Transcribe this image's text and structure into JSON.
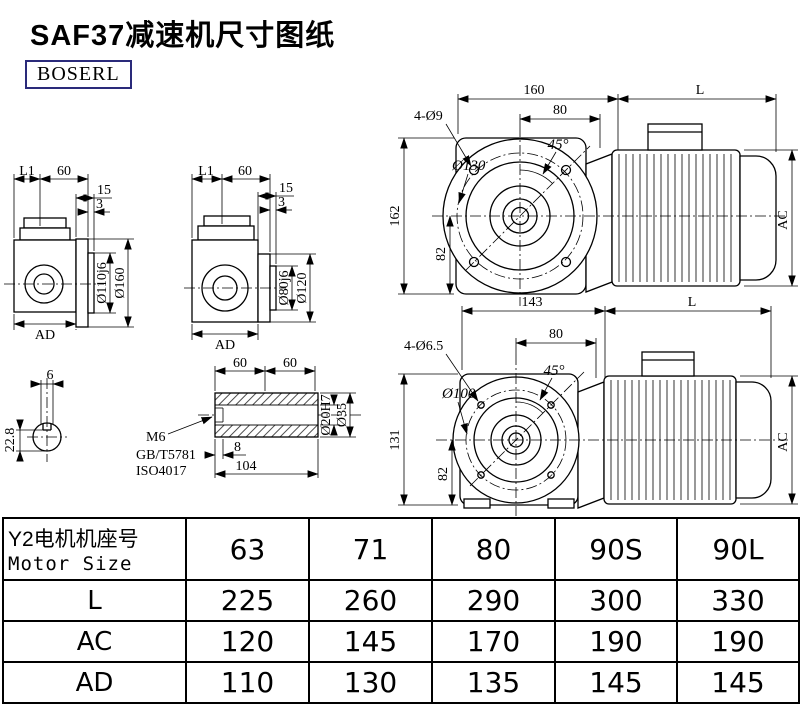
{
  "page": {
    "title": "SAF37减速机尺寸图纸",
    "brand": "BOSERL"
  },
  "drawings": {
    "gearbox_side_a": {
      "dim_l1": "L1",
      "dim_60": "60",
      "dim_15": "15",
      "dim_3": "3",
      "dim_spigot": "Ø110j6",
      "dim_flange": "Ø160",
      "dim_ad": "AD"
    },
    "gearbox_side_b": {
      "dim_l1": "L1",
      "dim_60": "60",
      "dim_15": "15",
      "dim_3": "3",
      "dim_spigot": "Ø80j6",
      "dim_flange": "Ø120",
      "dim_ad": "AD"
    },
    "shaft_end_view": {
      "dim_6": "6",
      "dim_228": "22.8"
    },
    "shaft_detail": {
      "dim_60a": "60",
      "dim_60b": "60",
      "thread": "M6",
      "standard1": "GB/T5781",
      "standard2": "ISO4017",
      "dim_8": "8",
      "dim_104": "104",
      "dim_bore": "Ø20H7",
      "dim_od": "Ø35"
    },
    "assembly_top": {
      "dim_width": "160",
      "dim_l": "L",
      "dim_holes": "4-Ø9",
      "dim_80": "80",
      "dim_angle": "45°",
      "dim_bolt_circle": "Ø130",
      "dim_height": "162",
      "dim_82": "82",
      "dim_ac": "AC"
    },
    "assembly_bottom": {
      "dim_width": "143",
      "dim_l": "L",
      "dim_holes": "4-Ø6.5",
      "dim_80": "80",
      "dim_angle": "45°",
      "dim_bolt_circle": "Ø100",
      "dim_height": "131",
      "dim_82": "82",
      "dim_ac": "AC"
    }
  },
  "table": {
    "header": {
      "label_cn": "Y2电机机座号",
      "label_en": "Motor Size",
      "columns": [
        "63",
        "71",
        "80",
        "90S",
        "90L"
      ]
    },
    "rows": [
      {
        "label": "L",
        "values": [
          "225",
          "260",
          "290",
          "300",
          "330"
        ]
      },
      {
        "label": "AC",
        "values": [
          "120",
          "145",
          "170",
          "190",
          "190"
        ]
      },
      {
        "label": "AD",
        "values": [
          "110",
          "130",
          "135",
          "145",
          "145"
        ]
      }
    ]
  }
}
